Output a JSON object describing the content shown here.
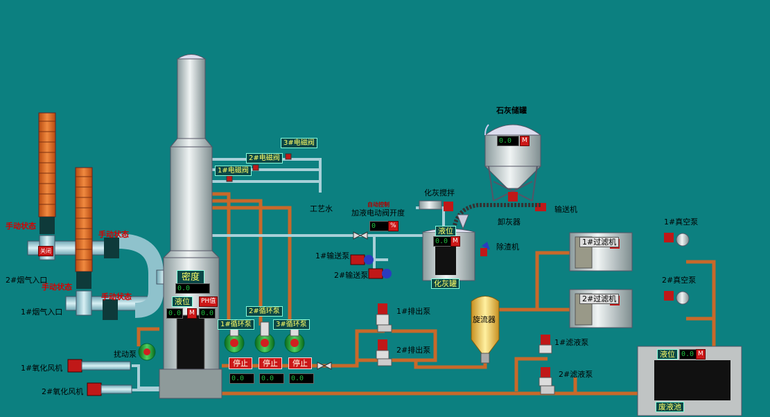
{
  "tower": {
    "density_label": "密度",
    "density_value": "0.0",
    "level_label": "液位",
    "level_value": "0.0",
    "level_unit": "M",
    "ph_label": "PH值",
    "ph_value": "0.0"
  },
  "chimneys": {
    "manual1": "手动状态",
    "manual2": "手动状态",
    "manual3": "手动状态",
    "manual4": "手动状态",
    "badge": "关闭",
    "inlet1": "1#烟气入口",
    "inlet2": "2#烟气入口"
  },
  "valves": {
    "v1": "1#电磁阀",
    "v2": "2#电磁阀",
    "v3": "3#电磁阀",
    "process_water": "工艺水"
  },
  "pumps": {
    "c1": "1#循环泵",
    "c2": "2#循环泵",
    "c3": "3#循环泵",
    "stop1": "停止",
    "stop2": "停止",
    "stop3": "停止",
    "d1": "0.0",
    "d2": "0.0",
    "d3": "0.0",
    "stir": "扰动泵",
    "fan1": "1#氧化风机",
    "fan2": "2#氧化风机"
  },
  "dosing": {
    "auto": "自动控制",
    "title": "加液电动阀开度",
    "value": "0",
    "unit": "%",
    "tp1": "1#输送泵",
    "tp2": "2#输送泵"
  },
  "lime": {
    "silo": "石灰储罐",
    "silo_value": "0.0",
    "silo_unit": "M",
    "mixer": "化灰搅拌",
    "unloader": "卸灰器",
    "conveyor": "输送机",
    "tank_level": "液位",
    "tank_value": "0.0",
    "tank_unit": "M",
    "tank": "化灰罐",
    "remover": "除渣机"
  },
  "drain": {
    "p1": "1#排出泵",
    "p2": "2#排出泵",
    "cyclone": "旋流器"
  },
  "filters": {
    "f1": "1#过滤机",
    "f2": "2#过滤机",
    "vac1": "1#真空泵",
    "vac2": "2#真空泵",
    "fp1": "1#滤液泵",
    "fp2": "2#滤液泵"
  },
  "waste": {
    "level": "液位",
    "value": "0.0",
    "unit": "M",
    "name": "废液池"
  },
  "colors": {
    "bg": "#0c8080",
    "pipe_copper": "#c8692a",
    "pipe_blue": "#a8d0d8",
    "alarm_red": "#cc1818"
  }
}
